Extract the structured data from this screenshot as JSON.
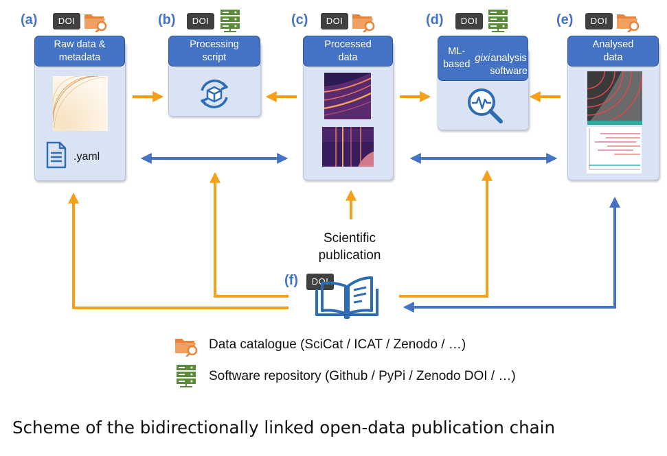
{
  "doi_badge": "DOI",
  "stages": [
    {
      "id": "a",
      "label": "(a)",
      "title": "Raw data &\nmetadata",
      "icon": "folder-search-icon"
    },
    {
      "id": "b",
      "label": "(b)",
      "title": "Processing\nscript",
      "icon": "server-icon"
    },
    {
      "id": "c",
      "label": "(c)",
      "title": "Processed\ndata",
      "icon": "folder-search-icon"
    },
    {
      "id": "d",
      "label": "(d)",
      "title_pre": "ML-based ",
      "title_em": "gixi",
      "title_post": "\nanalysis\nsoftware",
      "icon": "server-icon"
    },
    {
      "id": "e",
      "label": "(e)",
      "title": "Analysed\ndata",
      "icon": "folder-search-icon"
    }
  ],
  "file_label": ".yaml",
  "publication": {
    "label": "(f)",
    "text_line1": "Scientific",
    "text_line2": "publication",
    "icon": "open-book-icon"
  },
  "legend": [
    {
      "icon": "folder-search-icon",
      "text": "Data catalogue (SciCat / ICAT / Zenodo / …)"
    },
    {
      "icon": "server-icon",
      "text": "Software repository (Github / PyPi / Zenodo DOI / …)"
    }
  ],
  "caption": "Scheme of the bidirectionally linked open-data publication chain",
  "colors": {
    "blue": "#4472c4",
    "orange": "#f5a01a",
    "panel": "#d9e3f3",
    "folder": "#e8853a",
    "server": "#5b8c3a"
  }
}
